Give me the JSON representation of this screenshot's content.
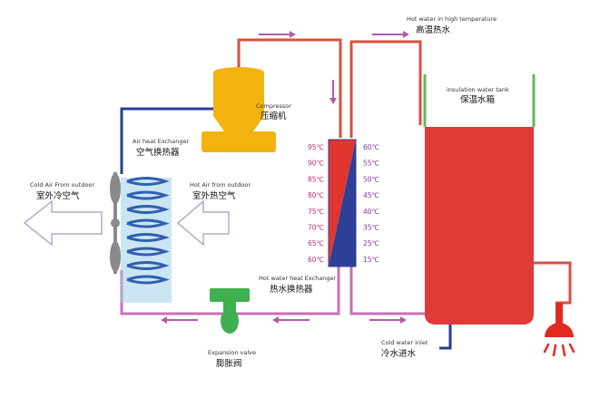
{
  "labels": {
    "hot_water_high_temp": "Hot water in high temperature",
    "hot_water_high_temp_zh": "高温热水",
    "insulation_tank": "insulation water tank",
    "insulation_tank_zh": "保温水箱",
    "compressor": "Compressor",
    "compressor_zh": "压缩机",
    "air_heat_exchanger": "Air heat Exchanger",
    "air_heat_exchanger_zh": "空气换热器",
    "cold_air_outdoor": "Cold Air From outdoor",
    "cold_air_outdoor_zh": "室外冷空气",
    "hot_air_outdoor": "Hot Air from outdoor",
    "hot_air_outdoor_zh": "室外热空气",
    "hot_water_heat_exchanger": "Hot water heat Exchanger",
    "hot_water_heat_exchanger_zh": "热水换热器",
    "expansion_valve": "Expansion valve",
    "expansion_valve_zh": "膨胀阀",
    "cold_water_inlet": "Cold water inlet",
    "cold_water_inlet_zh": "冷水进水"
  },
  "temps_left": [
    "95℃",
    "90℃",
    "85℃",
    "80℃",
    "75℃",
    "70℃",
    "65℃",
    "60℃"
  ],
  "temps_right": [
    "60℃",
    "55℃",
    "50℃",
    "45℃",
    "40℃",
    "35℃",
    "25℃",
    "15℃"
  ],
  "colors": {
    "hot_pipe": "#d9503f",
    "cold_pipe": "#2a3d96",
    "return_pipe": "#c86fb7",
    "tank": "#e03a36",
    "tank_rim": "#62b95a",
    "compressor": "#f2b311",
    "valve": "#3fb04f",
    "exchanger_red": "#e1352f",
    "exchanger_blue": "#2d3f97",
    "coil": "#2f5fb0",
    "fan": "#8a8a8a",
    "arrow": "#b05cad",
    "shower": "#e12b22"
  }
}
